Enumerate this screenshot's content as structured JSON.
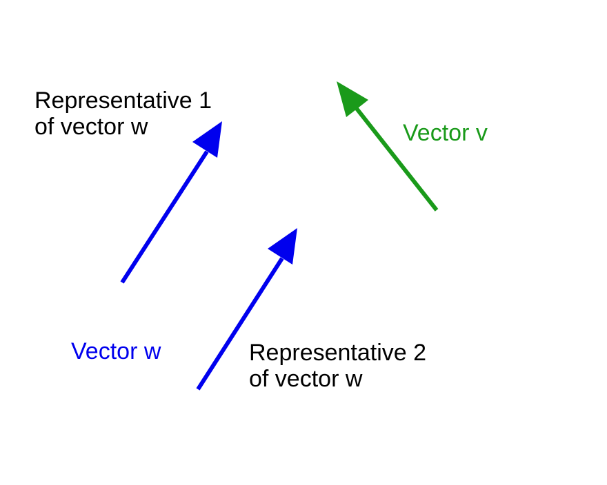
{
  "diagram": {
    "labels": {
      "representative_1": [
        "Representative 1",
        "of vector w"
      ],
      "representative_2": [
        "Representative 2",
        "of vector w"
      ],
      "vector_w": "Vector w",
      "vector_v": "Vector v"
    },
    "colors": {
      "vector_w": "#0000ee",
      "vector_v": "#1a9a1a",
      "text": "#000000",
      "background": "#ffffff"
    },
    "arrows": [
      {
        "name": "representative-1-arrow",
        "color_key": "vector_w"
      },
      {
        "name": "representative-2-arrow",
        "color_key": "vector_w"
      },
      {
        "name": "vector-v-arrow",
        "color_key": "vector_v"
      }
    ]
  }
}
